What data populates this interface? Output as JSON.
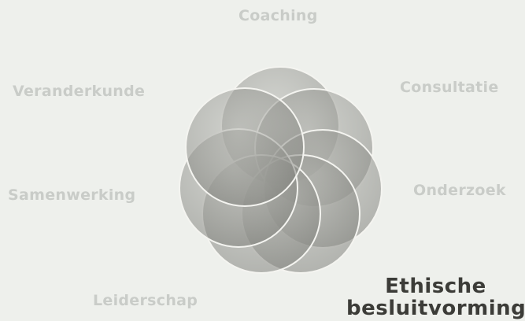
{
  "labels": {
    "coaching": "Coaching",
    "consultatie": "Consultatie",
    "veranderkunde": "Veranderkunde",
    "samenwerking": "Samenwerking",
    "onderzoek": "Onderzoek",
    "leiderschap": "Leiderschap",
    "active_line1": "Ethische",
    "active_line2": "besluitvorming"
  },
  "colors": {
    "background": "#eef0ec",
    "circle_fill": "#9a9b96",
    "circle_stroke": "#f2f2ee",
    "label_inactive": "#c9ccc8",
    "label_active": "#3c3c38"
  }
}
